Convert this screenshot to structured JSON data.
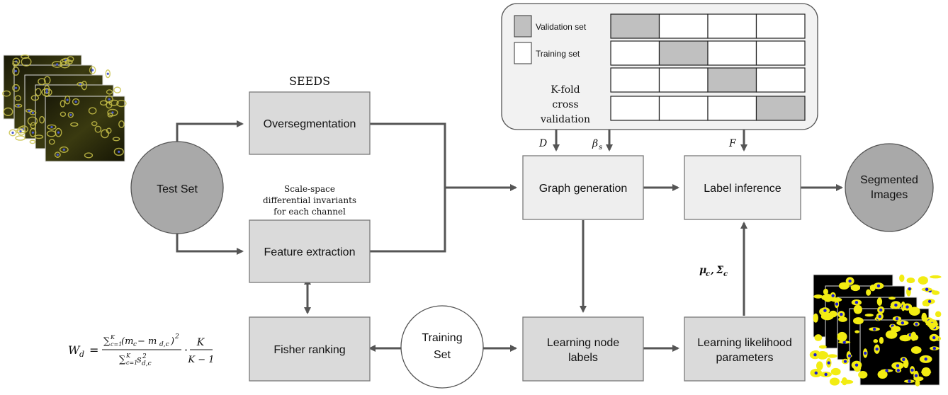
{
  "nodes": {
    "test_set": "Test Set",
    "training_set": "Training Set",
    "segmented_images": "Segmented Images",
    "oversegmentation": "Oversegmentation",
    "feature_extraction": "Feature extraction",
    "graph_generation": "Graph generation",
    "label_inference": "Label inference",
    "fisher_ranking": "Fisher ranking",
    "learning_node_labels": "Learning node labels",
    "learning_likelihood_parameters": "Learning likelihood parameters"
  },
  "annotations": {
    "seeds": "SEEDS",
    "scale_space_line1": "Scale-space",
    "scale_space_line2": "differential invariants",
    "scale_space_line3": "for each channel"
  },
  "kfold": {
    "legend_validation": "Validation set",
    "legend_training": "Training set",
    "title_line1": "K-fold",
    "title_line2": "cross",
    "title_line3": "validation",
    "validation_fold_index": [
      0,
      1,
      2,
      3
    ],
    "validation_color": "#c0c0c0",
    "training_color": "#ffffff"
  },
  "edge_labels": {
    "D": "D",
    "beta": "β",
    "beta_sub": "s",
    "F": "F",
    "mu_sigma": "μ",
    "mu_sub": "c",
    "sigma": "Σ",
    "sigma_sub": "c"
  },
  "formula": {
    "lhs": "W",
    "lhs_sub": "d",
    "equals": "=",
    "numerator": "∑",
    "numerator_limits": "c=1",
    "numerator_upper": "K",
    "numerator_body": "(m",
    "numerator_body_sub_c": "c",
    "numerator_minus": " − m",
    "numerator_body_sub_dc": "d,c",
    "numerator_close": ")",
    "numerator_exp": "2",
    "denominator": "∑",
    "denominator_limits": "c=1",
    "denominator_upper": "K",
    "denominator_body": "s",
    "denominator_sub": "d,c",
    "denominator_exp": "2",
    "dot": "·",
    "frac2_num": "K",
    "frac2_den": "K − 1"
  },
  "colors": {
    "box_fill": "#dadada",
    "box_fill_light": "#eeeeee",
    "box_stroke": "#7a7a7a",
    "arrow": "#555555",
    "circle_fill": "#a9a9a9",
    "panel_fill": "#f2f2f2"
  }
}
